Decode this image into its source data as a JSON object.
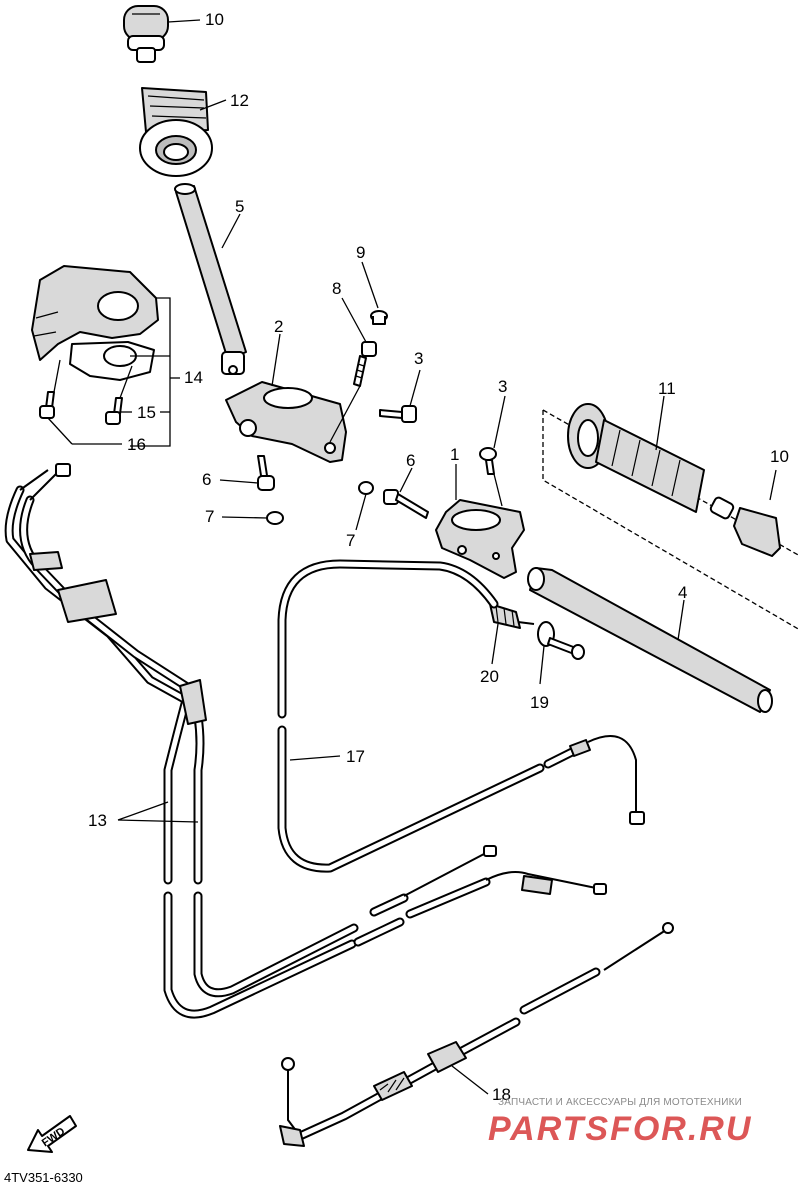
{
  "diagram": {
    "part_code": "4TV351-6330",
    "fwd_label": "FWD",
    "watermark": {
      "small": "ЗАПЧАСТИ И АКСЕССУАРЫ ДЛЯ МОТОТЕХНИКИ",
      "big": "PARTSFOR.RU"
    },
    "callouts": [
      "1",
      "2",
      "3",
      "3",
      "4",
      "5",
      "6",
      "6",
      "7",
      "7",
      "8",
      "9",
      "10",
      "10",
      "11",
      "12",
      "13",
      "14",
      "15",
      "16",
      "17",
      "18",
      "19",
      "20"
    ]
  }
}
